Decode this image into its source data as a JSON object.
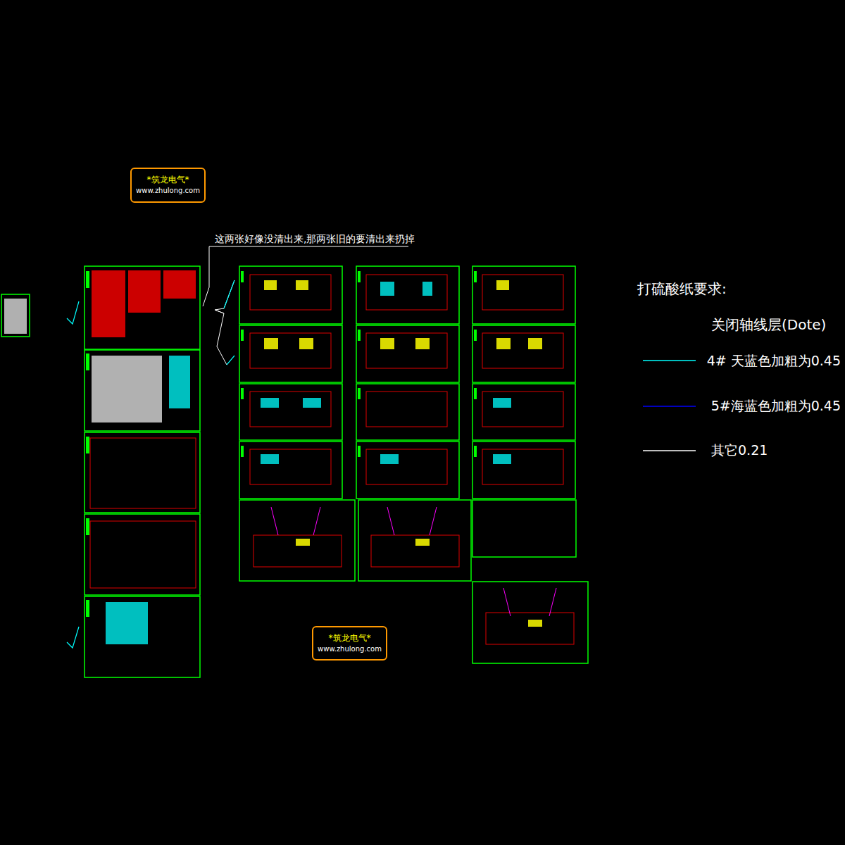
{
  "diagram": {
    "nodes": [
      {
        "text": [
          "*筑龙电气*",
          "www.zhulong.com"
        ]
      },
      {
        "text": [
          "*筑龙电气*",
          "www.zhulong.com"
        ]
      }
    ],
    "labels": [
      "这两张好像没清出来,那两张旧的要清出来扔掉",
      "打硫酸纸要求:",
      "关闭轴线层(Dote)"
    ],
    "legend": [
      {
        "text": "4# 天蓝色加粗为0.45"
      },
      {
        "text": "5#海蓝色加粗为0.45"
      },
      {
        "text": "其它0.21"
      }
    ]
  }
}
